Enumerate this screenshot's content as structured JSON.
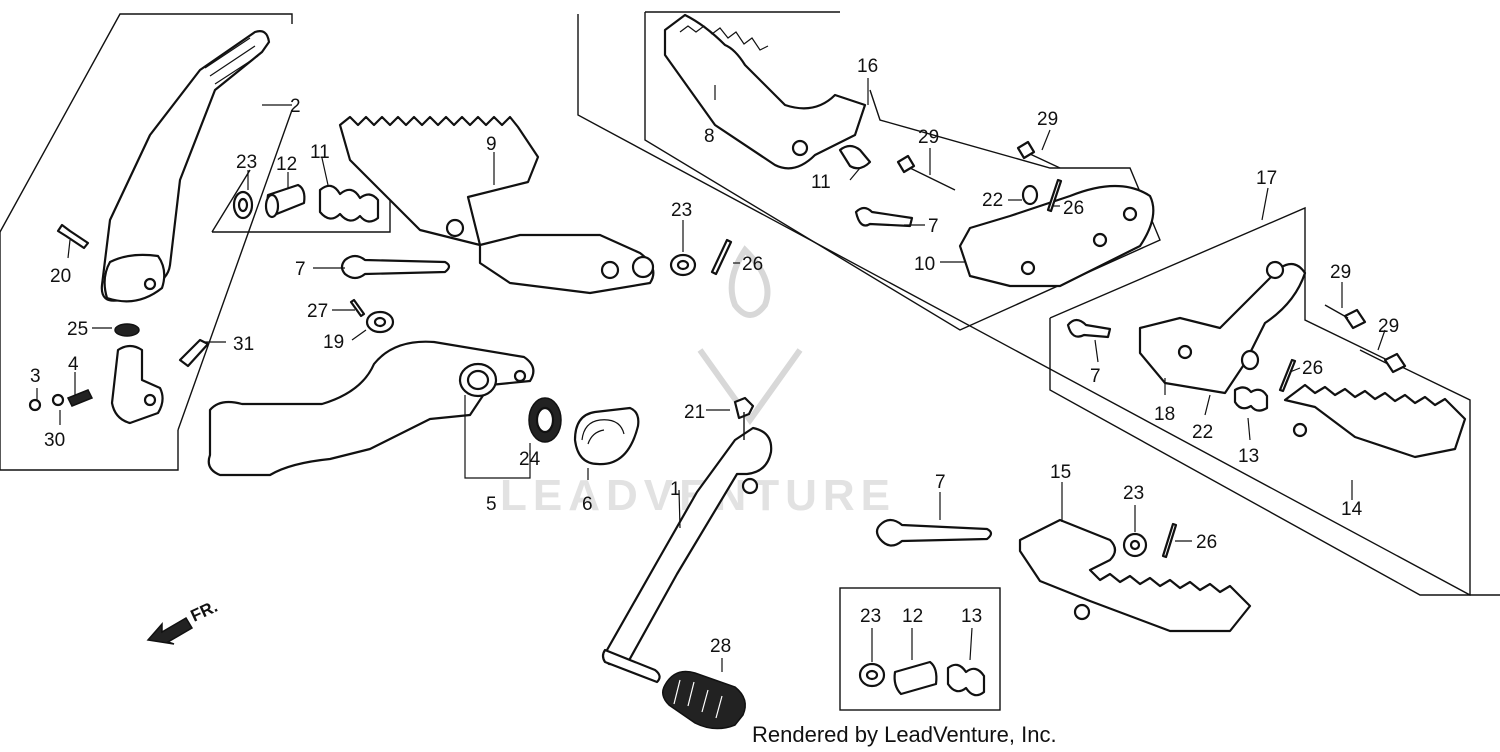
{
  "watermark": "LEADVENTURE",
  "footer": "Rendered by LeadVenture, Inc.",
  "direction_arrow": "FR.",
  "callouts": [
    "1",
    "2",
    "3",
    "4",
    "5",
    "6",
    "7",
    "8",
    "9",
    "10",
    "11",
    "12",
    "13",
    "14",
    "15",
    "16",
    "17",
    "18",
    "19",
    "20",
    "21",
    "22",
    "23",
    "24",
    "25",
    "26",
    "27",
    "28",
    "29",
    "30",
    "31"
  ],
  "labels": {
    "l1": "1",
    "l2": "2",
    "l3": "3",
    "l4": "4",
    "l5": "5",
    "l6": "6",
    "l7a": "7",
    "l7b": "7",
    "l7c": "7",
    "l7d": "7",
    "l8": "8",
    "l9": "9",
    "l10": "10",
    "l11a": "11",
    "l11b": "11",
    "l12a": "12",
    "l12b": "12",
    "l13a": "13",
    "l13b": "13",
    "l14": "14",
    "l15": "15",
    "l16": "16",
    "l17": "17",
    "l18": "18",
    "l19": "19",
    "l20": "20",
    "l21": "21",
    "l22a": "22",
    "l22b": "22",
    "l23a": "23",
    "l23b": "23",
    "l23c": "23",
    "l23d": "23",
    "l24": "24",
    "l25": "25",
    "l26a": "26",
    "l26b": "26",
    "l26c": "26",
    "l26d": "26",
    "l27": "27",
    "l28": "28",
    "l29a": "29",
    "l29b": "29",
    "l29c": "29",
    "l29d": "29",
    "l30": "30",
    "l31": "31"
  }
}
